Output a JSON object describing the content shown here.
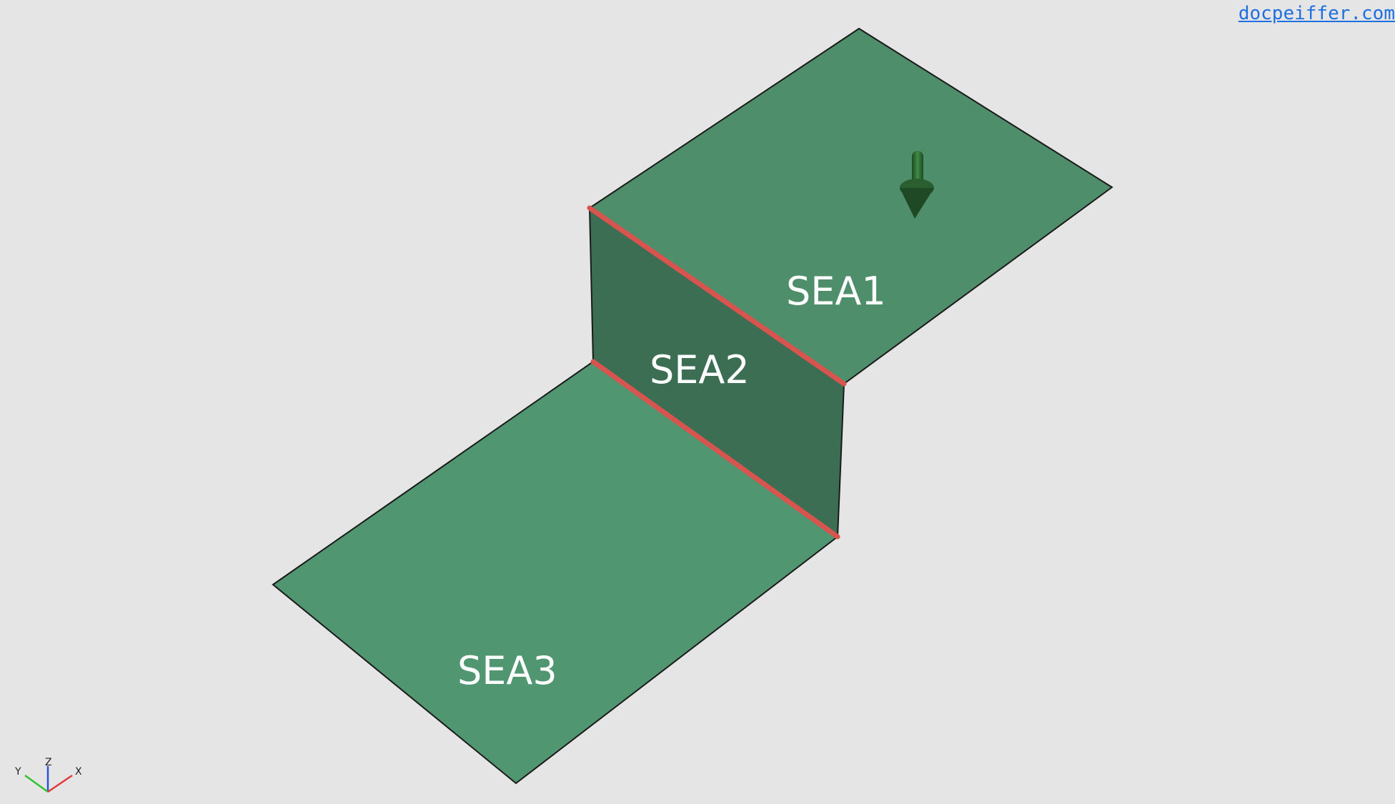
{
  "watermark": {
    "text": "docpeiffer.com"
  },
  "panels": [
    {
      "id": "SEA1",
      "label": "SEA1",
      "fill": "#4e8e6b"
    },
    {
      "id": "SEA2",
      "label": "SEA2",
      "fill": "#3c6e53"
    },
    {
      "id": "SEA3",
      "label": "SEA3",
      "fill": "#509671"
    }
  ],
  "junction_color": "#d9534f",
  "load_arrow_color": "#2f6a35",
  "axis_triad": {
    "labels": {
      "x": "X",
      "y": "Y",
      "z": "Z"
    },
    "colors": {
      "x": "#e03a3a",
      "y": "#2ec22e",
      "z": "#2a55d6"
    }
  }
}
